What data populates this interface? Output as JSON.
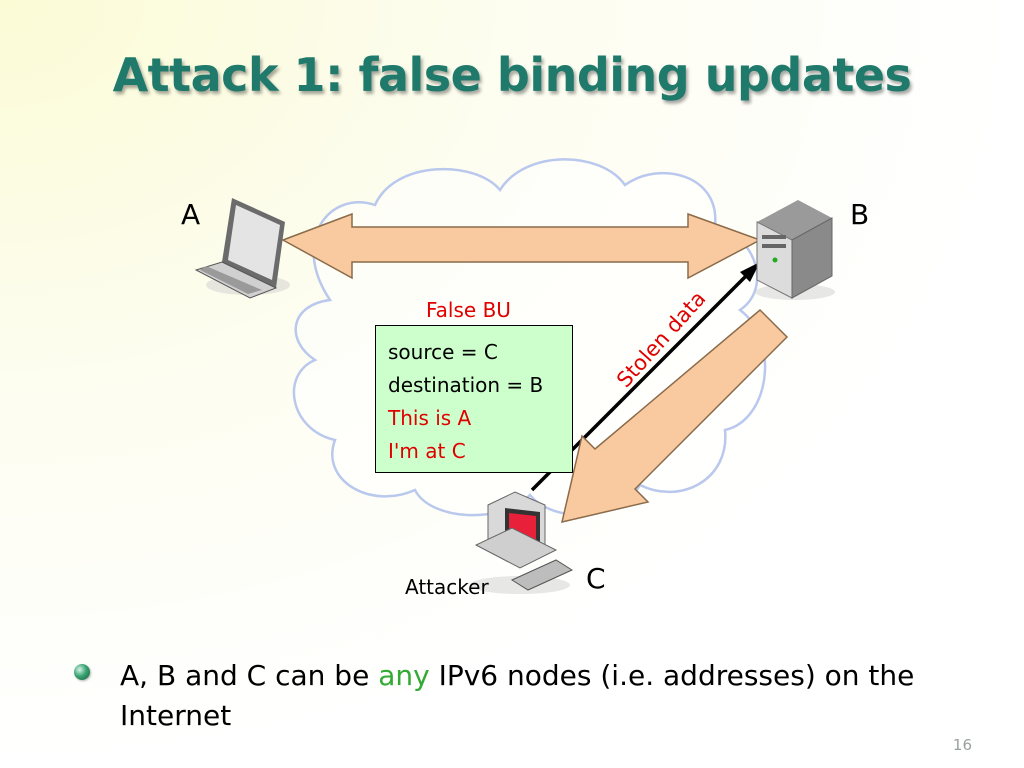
{
  "slide": {
    "title": "Attack 1: false binding updates",
    "page_number": "16"
  },
  "nodes": {
    "a_label": "A",
    "b_label": "B",
    "c_label": "C",
    "attacker_label": "Attacker"
  },
  "false_bu": {
    "heading": "False BU",
    "lines": [
      "source = C",
      "destination = B",
      "This is A",
      "I'm at C"
    ]
  },
  "stolen_data_label": "Stolen data",
  "bullet": {
    "before": "A, B and C can be ",
    "highlight": "any",
    "after": " IPv6 nodes (i.e. addresses) on the Internet"
  },
  "colors": {
    "title": "#1f7a6c",
    "arrow_fill": "#f9c9a0",
    "bu_box": "#ccffcc",
    "warning_text": "#e00000",
    "highlight": "#33aa33",
    "cloud_stroke": "#b9c8ec"
  }
}
